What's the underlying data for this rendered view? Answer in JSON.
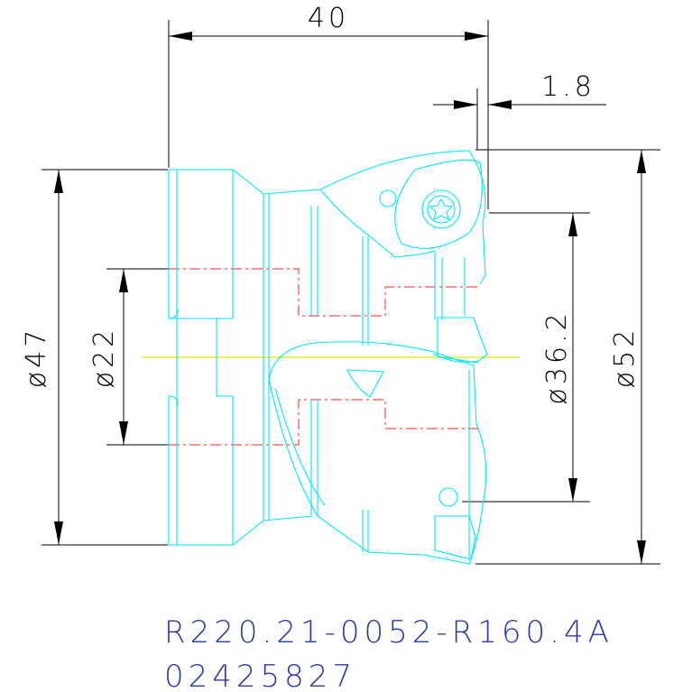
{
  "dimensions": {
    "length": "40",
    "offset": "1.8",
    "bore_diameter": "ø47",
    "pilot_diameter": "ø22",
    "inner_diameter": "ø36.2",
    "cutting_diameter": "ø52"
  },
  "title_block": {
    "part_number": "R220.21-0052-R160.4A",
    "order_code": "02425827"
  },
  "colors": {
    "outline": "#00e5ff",
    "hidden_line": "#ff2020",
    "center_line": "#e6e600",
    "dimension": "#000000",
    "title_text": "#2a3aa8"
  }
}
